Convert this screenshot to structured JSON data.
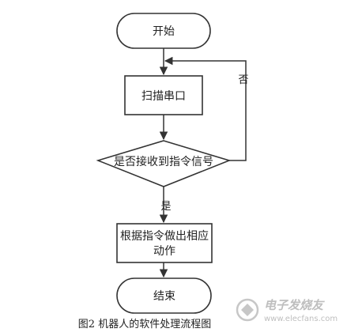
{
  "flowchart": {
    "start_label": "开始",
    "scan_label": "扫描串口",
    "decision_label": "是否接收到指令信号",
    "yes_label": "是",
    "no_label": "否",
    "action_label_line1": "根据指令做出相应",
    "action_label_line2": "动作",
    "end_label": "结束"
  },
  "caption": "图2  机器人的软件处理流程图",
  "watermark": {
    "brand": "电子发烧友",
    "url": "www.elecfans.com"
  },
  "colors": {
    "line": "#333333",
    "fill": "#ffffff",
    "text": "#222222"
  }
}
